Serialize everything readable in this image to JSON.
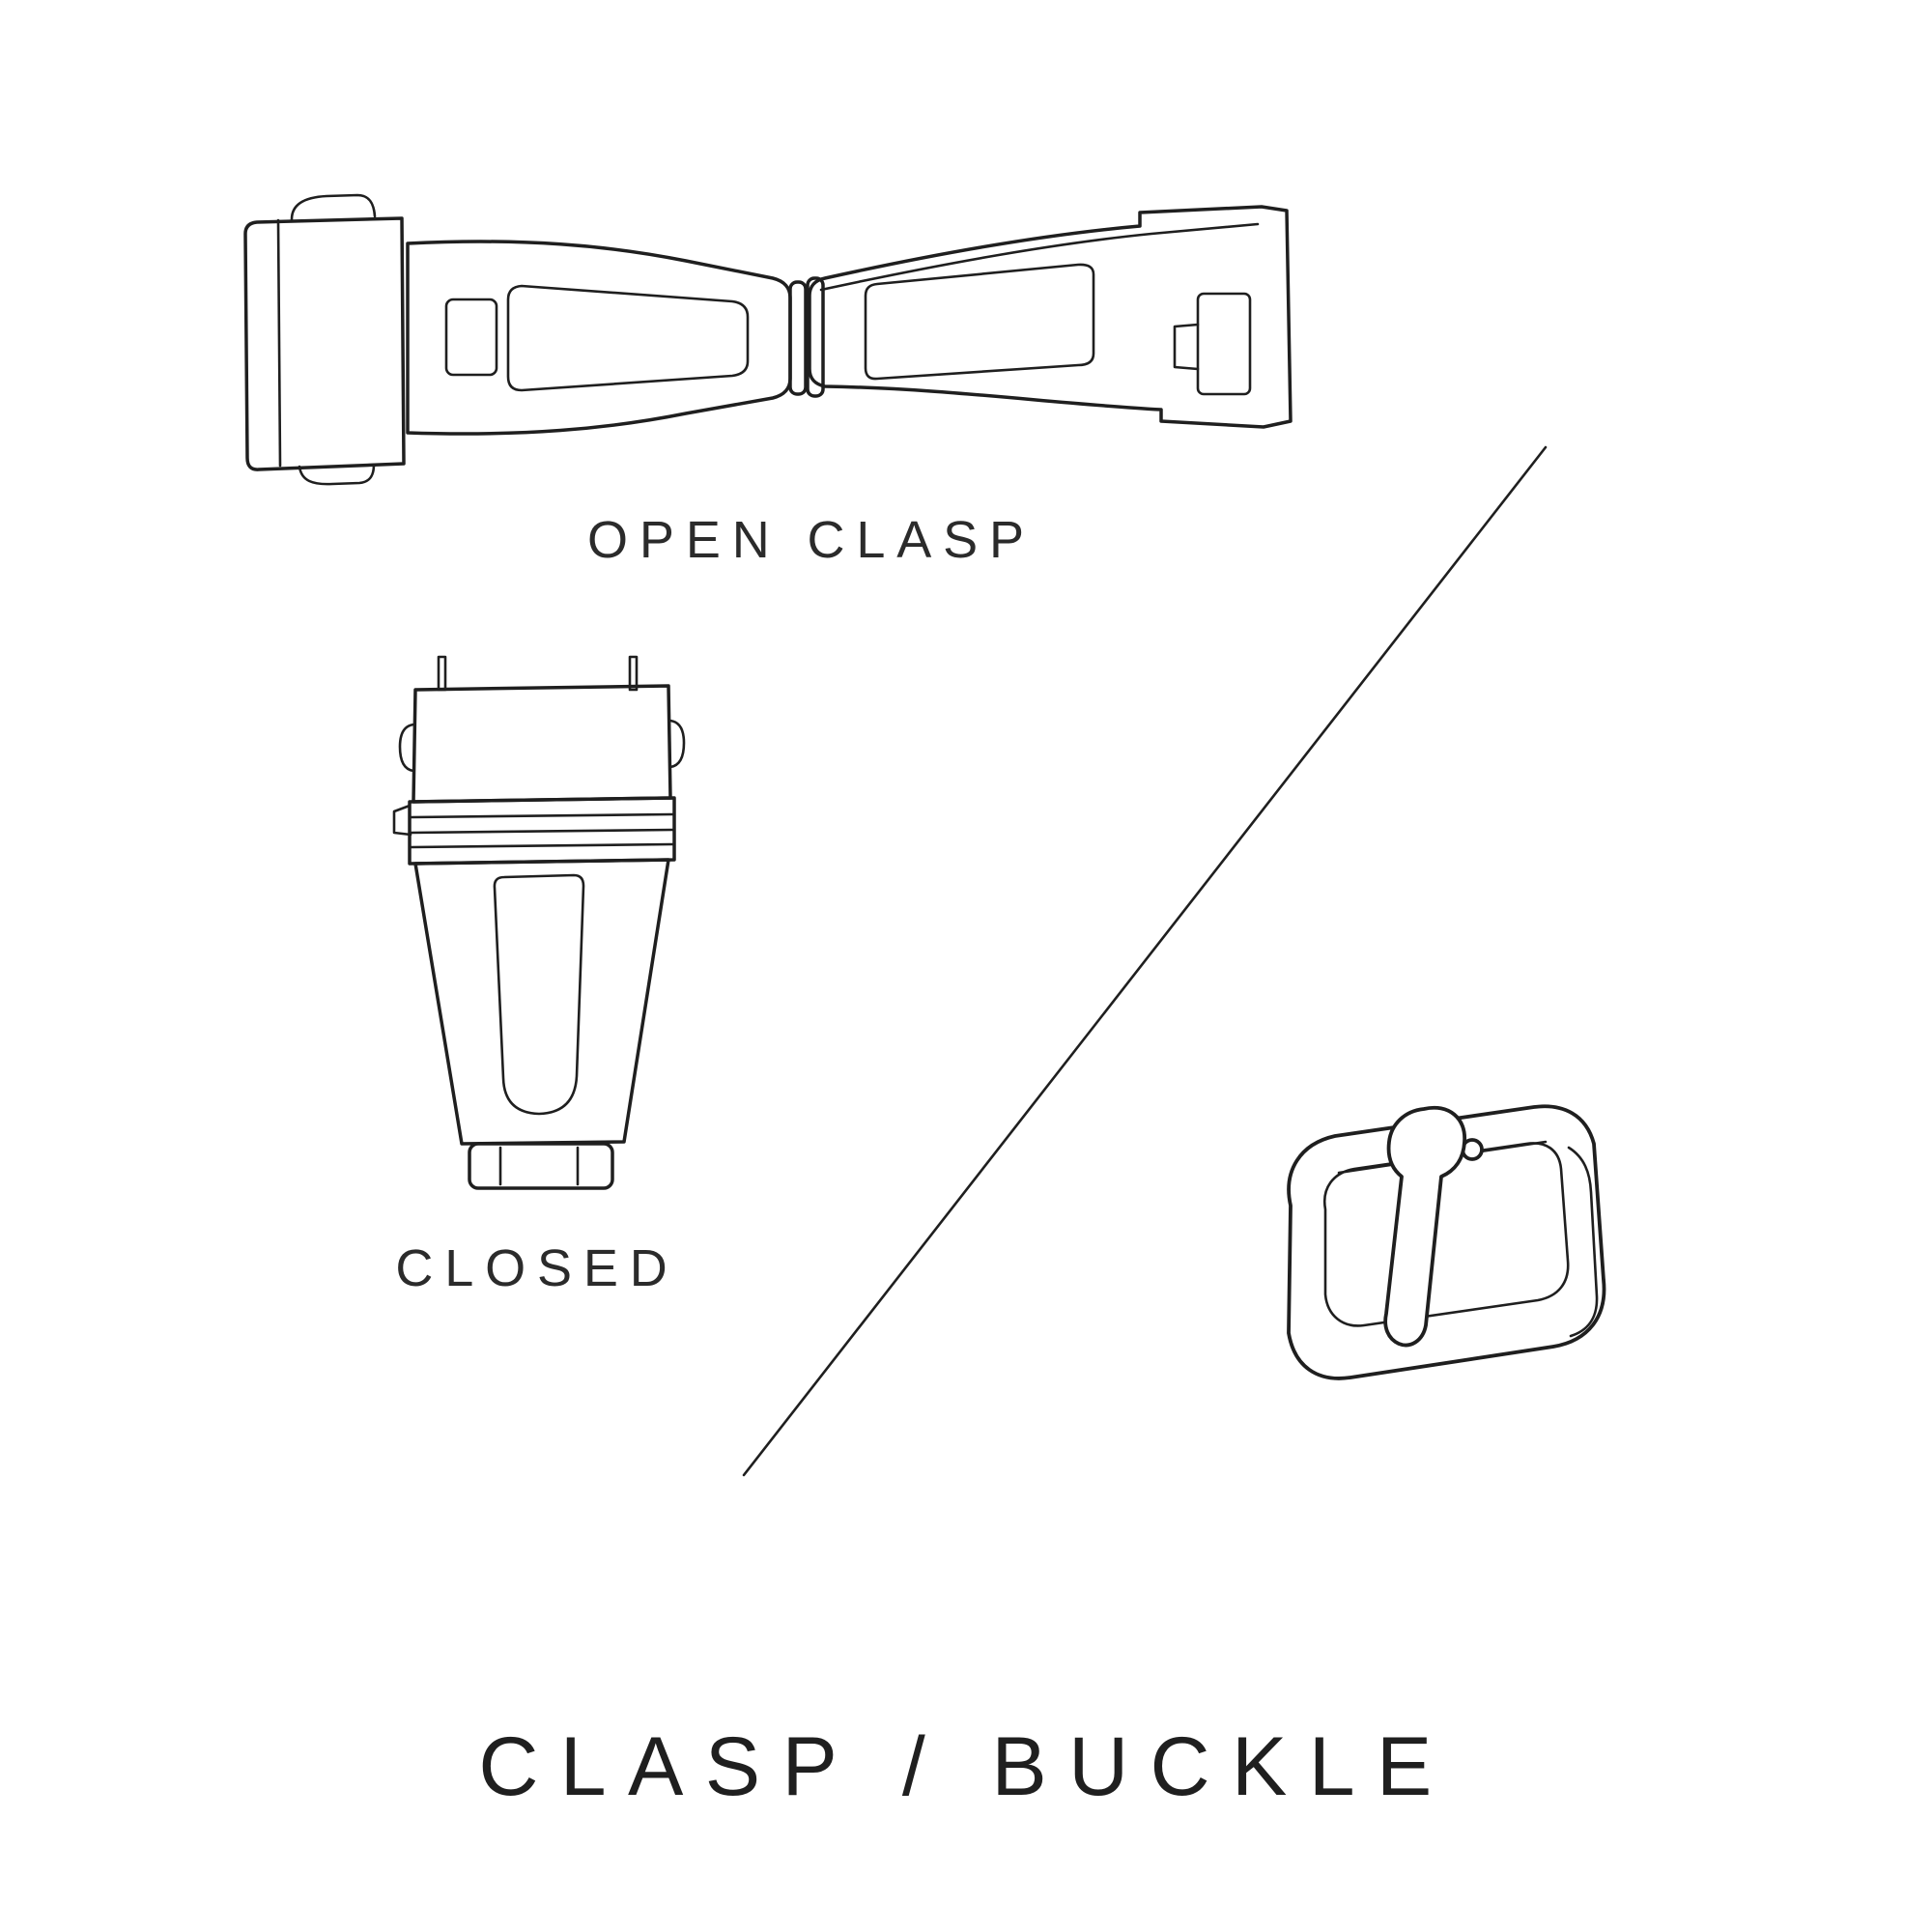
{
  "page": {
    "background": "#ffffff",
    "ink": "#1f1f1f",
    "label_color": "#2b2b2b"
  },
  "labels": {
    "open_clasp": "OPEN CLASP",
    "closed": "CLOSED",
    "title": "CLASP / BUCKLE"
  }
}
